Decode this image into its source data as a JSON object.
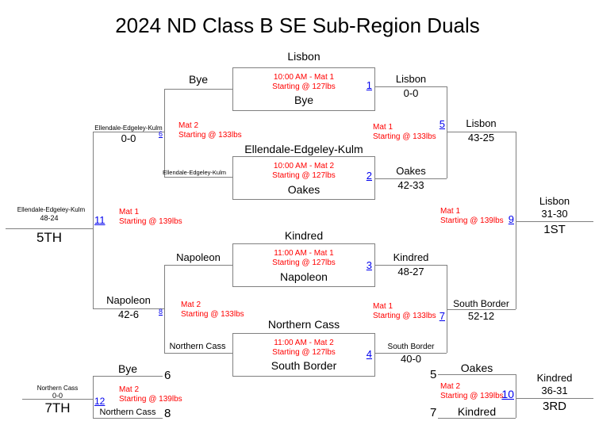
{
  "title": "2024 ND Class B SE Sub-Region Duals",
  "colors": {
    "red": "#FF0000",
    "blue": "#0000EE",
    "line": "#808080",
    "text": "#000000"
  },
  "matches": {
    "m1": {
      "no": "1",
      "top_team": "Lisbon",
      "bottom_team": "Bye",
      "feeder": "Bye",
      "sched1": "10:00 AM - Mat 1",
      "sched2": "Starting @ 127lbs",
      "winner": "Lisbon",
      "score": "0-0"
    },
    "m2": {
      "no": "2",
      "top_team": "Ellendale-Edgeley-Kulm",
      "bottom_team": "Oakes",
      "feeder": "Ellendale-Edgeley-Kulm",
      "sched1": "10:00 AM - Mat 2",
      "sched2": "Starting @ 127lbs",
      "winner": "Oakes",
      "score": "42-33"
    },
    "m3": {
      "no": "3",
      "top_team": "Kindred",
      "bottom_team": "Napoleon",
      "feeder": "Napoleon",
      "sched1": "11:00 AM - Mat 1",
      "sched2": "Starting @ 127lbs",
      "winner": "Kindred",
      "score": "48-27"
    },
    "m4": {
      "no": "4",
      "top_team": "Northern Cass",
      "bottom_team": "South Border",
      "feeder": "Northern Cass",
      "sched1": "11:00 AM - Mat 2",
      "sched2": "Starting @ 127lbs",
      "winner": "South Border",
      "score": "40-0"
    },
    "m5": {
      "no": "5",
      "mat": "Mat 1",
      "weight": "Starting @ 133lbs",
      "winner": "Lisbon",
      "score": "43-25"
    },
    "m6": {
      "no": "6",
      "mat": "Mat 2",
      "weight": "Starting @ 133lbs",
      "winner": "Ellendale-Edgeley-Kulm",
      "score": "0-0"
    },
    "m7": {
      "no": "7",
      "mat": "Mat 1",
      "weight": "Starting @ 133lbs",
      "winner": "South Border",
      "score": "52-12"
    },
    "m8": {
      "no": "8",
      "mat": "Mat 2",
      "weight": "Starting @ 133lbs",
      "winner": "Napoleon",
      "score": "42-6"
    },
    "m9": {
      "no": "9",
      "mat": "Mat 1",
      "weight": "Starting @ 139lbs",
      "winner": "Lisbon",
      "score": "31-30",
      "place": "1ST"
    },
    "m10": {
      "no": "10",
      "mat": "Mat 2",
      "weight": "Starting @ 139lbs",
      "top_seed": "5",
      "top_team": "Oakes",
      "bottom_seed": "7",
      "bottom_team": "Kindred",
      "winner": "Kindred",
      "score": "36-31",
      "place": "3RD"
    },
    "m11": {
      "no": "11",
      "mat": "Mat 1",
      "weight": "Starting @ 139lbs",
      "winner": "Ellendale-Edgeley-Kulm",
      "score": "48-24",
      "place": "5TH"
    },
    "m12": {
      "no": "12",
      "mat": "Mat 2",
      "weight": "Starting @ 139lbs",
      "top_seed": "6",
      "top_team": "Bye",
      "bottom_seed": "8",
      "bottom_team": "Northern Cass",
      "winner": "Northern Cass",
      "score": "0-0",
      "place": "7TH"
    }
  }
}
